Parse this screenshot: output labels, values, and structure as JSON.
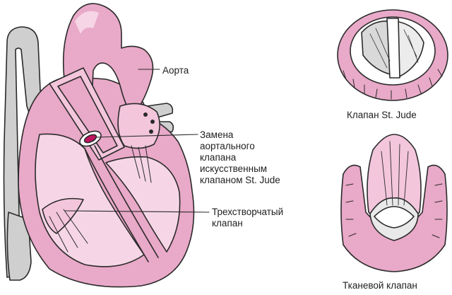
{
  "labels": {
    "aorta": "Аорта",
    "replacement": [
      "Замена",
      "аортального",
      "клапана",
      "искусственным",
      "клапаном St. Jude"
    ],
    "tricuspid": [
      "Трехстворчатый",
      "клапан"
    ],
    "stjude_valve": "Клапан St. Jude",
    "tissue_valve": "Тканевой клапан"
  },
  "colors": {
    "outline": "#2a2a2a",
    "pink": "#e9a9c8",
    "pink_light": "#f6d6e6",
    "pink_deep": "#d986ae",
    "gray": "#cfcfcf",
    "gray_dark": "#b6b6b6",
    "magenta": "#c0145e"
  }
}
